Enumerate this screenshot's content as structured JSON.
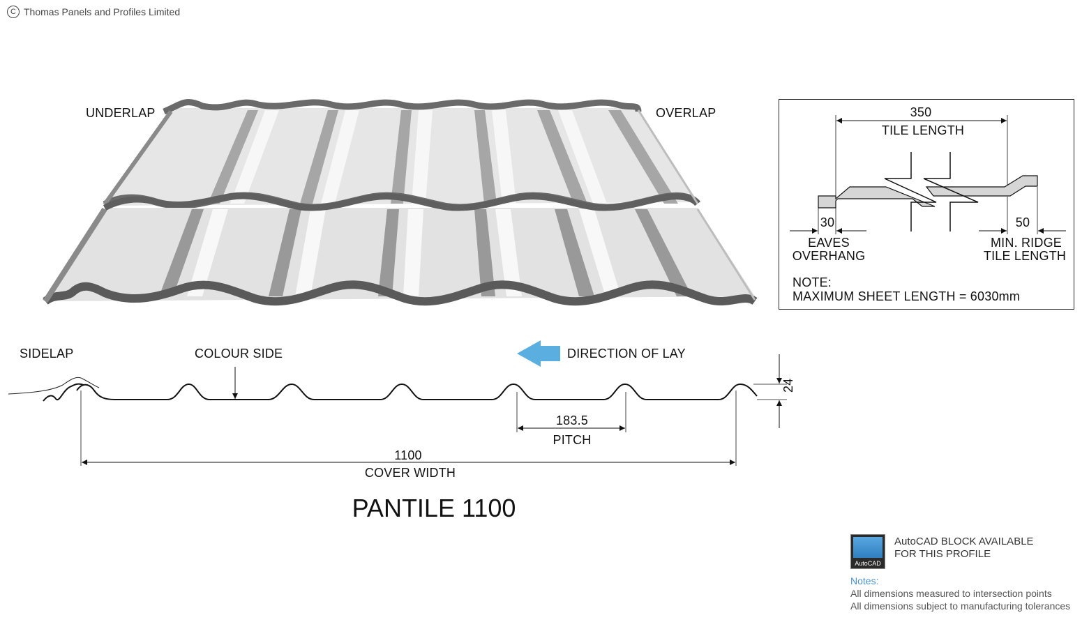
{
  "copyright": {
    "symbol": "C",
    "text": "Thomas Panels and Profiles Limited"
  },
  "sheet_labels": {
    "underlap": "UNDERLAP",
    "overlap": "OVERLAP"
  },
  "profile_labels": {
    "sidelap": "SIDELAP",
    "colour_side": "COLOUR SIDE",
    "direction_of_lay": "DIRECTION OF LAY",
    "height": "24",
    "pitch_value": "183.5",
    "pitch_label": "PITCH",
    "cover_width_value": "1100",
    "cover_width_label": "COVER WIDTH"
  },
  "title": "PANTILE 1100",
  "detail": {
    "tile_length_value": "350",
    "tile_length_label": "TILE LENGTH",
    "eaves_value": "30",
    "eaves_label_1": "EAVES",
    "eaves_label_2": "OVERHANG",
    "ridge_value": "50",
    "ridge_label_1": "MIN. RIDGE",
    "ridge_label_2": "TILE LENGTH",
    "note_head": "NOTE:",
    "note_text": "MAXIMUM SHEET LENGTH = 6030mm"
  },
  "autocad": {
    "brand": "AutoCAD",
    "line1": "AutoCAD BLOCK AVAILABLE",
    "line2": "FOR THIS PROFILE"
  },
  "notes": {
    "heading": "Notes:",
    "line1": "All dimensions measured to intersection points",
    "line2": "All dimensions subject to manufacturing tolerances"
  },
  "colors": {
    "arrow": "#5aaee0",
    "sheet_light": "#e4e4e4",
    "sheet_dark": "#7a7a7a",
    "edge": "#555555",
    "notes_heading": "#4a90c8"
  }
}
